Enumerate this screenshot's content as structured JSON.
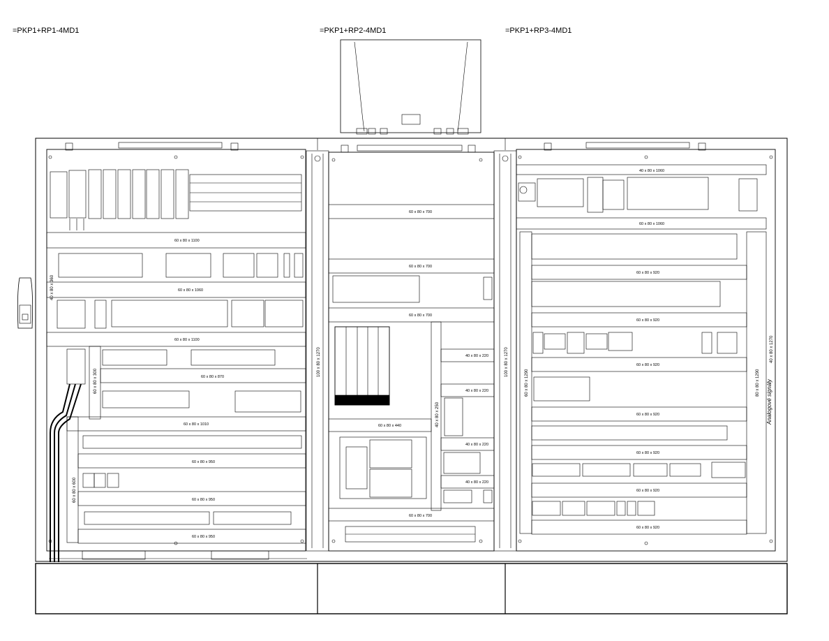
{
  "headers": [
    "=PKP1+RP1-4MD1",
    "=PKP1+RP2-4MD1",
    "=PKP1+RP3-4MD1"
  ],
  "rp1": {
    "duct_labels": [
      "60 x 80 x 1100",
      "60 x 80 x 1060",
      "60 x 80 x 1100",
      "60 x 80 x 870",
      "60 x 80 x 1010",
      "60 x 80 x 950",
      "60 x 80 x 950",
      "60 x 80 x 950"
    ],
    "vertical_labels": [
      "40 x 80 x 360",
      "60 x 80 x 300",
      "60 x 80 x 600"
    ]
  },
  "rp2": {
    "duct_labels": [
      "60 x 80 x 700",
      "60 x 80 x 700",
      "60 x 80 x 700",
      "60 x 80 x 440",
      "60 x 80 x 700"
    ],
    "side_labels": [
      "40 x 80 x 220",
      "40 x 80 x 220",
      "40 x 80 x 220",
      "40 x 80 x 220"
    ],
    "vertical_labels": [
      "40 x 80 x 250",
      "100 x 80 x 1270",
      "100 x 80 x 1270"
    ]
  },
  "rp3": {
    "duct_labels": [
      "40 x 80 x 1060",
      "60 x 80 x 1060",
      "60 x 80 x 920",
      "60 x 80 x 920",
      "60 x 80 x 920",
      "60 x 80 x 920",
      "60 x 80 x 920",
      "60 x 80 x 920",
      "60 x 80 x 920"
    ],
    "vertical_labels": [
      "60 x 80 x 1290",
      "80 x 80 x 1290",
      "40 x 80 x 1270"
    ],
    "side_title": "Analogové signály"
  }
}
